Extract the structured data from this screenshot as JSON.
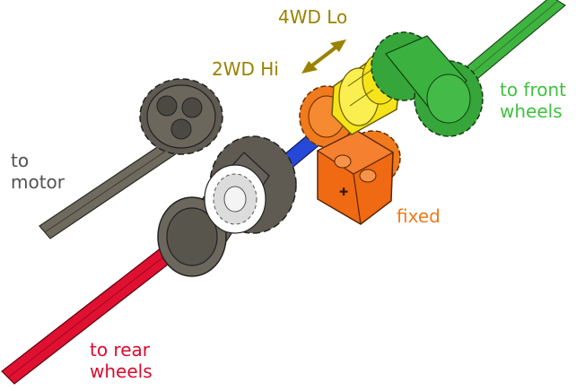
{
  "labels": {
    "to_motor": [
      "to",
      "motor"
    ],
    "to_rear_wheels": [
      "to rear",
      "wheels"
    ],
    "to_front_wheels": [
      "to front",
      "wheels"
    ],
    "fixed": "fixed",
    "mode_2wd_hi": "2WD Hi",
    "mode_4wd_lo": "4WD Lo"
  },
  "colors": {
    "motor_shaft": "#57544a",
    "rear_axle": "#d80a2a",
    "front_axle": "#2fa12f",
    "front_gear": "#36a53a",
    "inner_axle": "#1d3fd0",
    "yellow_clutch": "#f6e41a",
    "orange_gear": "#f07a1e",
    "orange_block": "#ef6a12",
    "dark_gear": "#5f5b52",
    "label_motor": "#525252",
    "label_rear": "#dc0a2d",
    "label_front": "#3fc23f",
    "label_fixed": "#f07a1e",
    "label_mode": "#9a8200"
  }
}
